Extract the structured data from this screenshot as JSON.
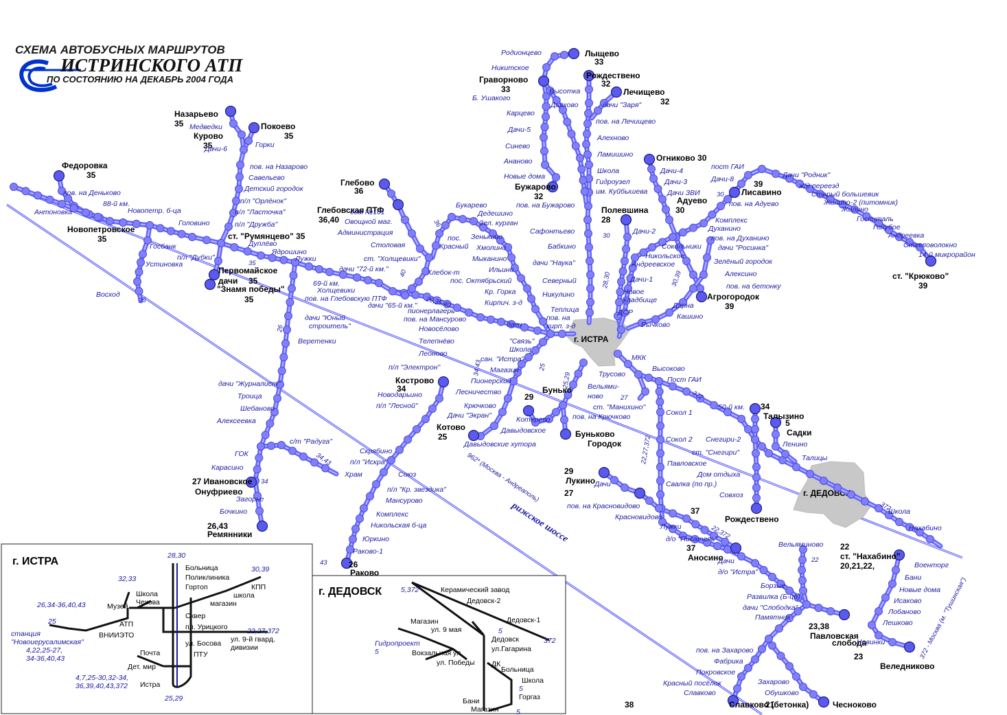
{
  "title": {
    "line1": "СХЕМА АВТОБУСНЫХ МАРШРУТОВ",
    "line2": "ИСТРИНСКОГО АТП",
    "line3": "ПО СОСТОЯНИЮ НА ДЕКАБРЬ 2004 ГОДА"
  },
  "towns": {
    "istra": "г. ИСТРА",
    "dedovsk": "г. ДЕДОВСК"
  },
  "highways": {
    "rizhskoe": "рижское шоссе",
    "rail_andreapol": "962* (Москва - Андреаполь)",
    "rail_tushinskaya": "372 - Москва (м. \"Тушинская\")"
  },
  "black_labels": [
    "Назарьево",
    "35",
    "Курово",
    "35",
    "Покоево",
    "35",
    "Федоровка",
    "35",
    "Новопетровское",
    "35",
    "ст. \"Румянцево\" 35",
    "Первомайское",
    "дачи",
    "35",
    "\"Знамя победы\"",
    "35",
    "Глебово",
    "36",
    "Глебовская ПТФ",
    "36,40",
    "Лыщево",
    "33",
    "Рождествено",
    "32",
    "Лечищево",
    "32",
    "Граворново",
    "33",
    "Бужарово",
    "32",
    "Огниково 30",
    "Полевшина",
    "28",
    "Лисавино",
    "39",
    "Адуево",
    "30",
    "Агрогородок",
    "39",
    "ст. \"Крюково\"",
    "39",
    "Кострово",
    "34",
    "Котово",
    "25",
    "Бунько",
    "29",
    "Буньково",
    "Городок",
    "29",
    "Лукино",
    "27",
    "27 Ивановское",
    "Онуфриево",
    "26,43",
    "Ремянники",
    "26",
    "Раково",
    "34",
    "Талызино",
    "5",
    "Садки",
    "37",
    "Рождествено",
    "37",
    "Аносино",
    "22",
    "ст. \"Нахабино\"",
    "20,21,22,",
    "23,38",
    "Павловская",
    "слобода",
    "23",
    "Веледниково",
    "38",
    "Славково (бетонка)",
    "21",
    "Чесноково",
    "20"
  ],
  "blue_labels": [
    "Медведки",
    "Дачи-6",
    "Горки",
    "пов. на Назарово",
    "Савельево",
    "Детский городок",
    "п/л \"Орлёнок\"",
    "п/л \"Ласточка\"",
    "п/л \"Дружба\"",
    "пов. на Деньково",
    "88-й км.",
    "Антоновка",
    "Новопетр. б-ца",
    "Головино",
    "Госбанк",
    "п/л \"Дубки\"",
    "Устиновка",
    "Дуплёво",
    "Ядрошино",
    "Лужки",
    "Восход",
    "Овощной маг.",
    "дом №101",
    "Администрация",
    "Столовая",
    "ст. \"Холщевики\"",
    "дачи \"72-й км.\"",
    "69-й км.",
    "Холщевики",
    "пов. на Глебовскую ПТФ",
    "дачи \"65-й км.\"",
    "Букарево",
    "Дедешино",
    "Зел. курган",
    "пос.",
    "Красный",
    "Зенькино",
    "Хмолино",
    "Мыканино",
    "Хлебок-т",
    "пос. Октябрьский",
    "Ильино",
    "Кр. Горка",
    "Кирпич. з-д",
    "пионерлагерь",
    "пов. на Мансурово",
    "Новосёлово",
    "Телепнёво",
    "Леоново",
    "п/л \"Электрон\"",
    "дачи \"Юный",
    "строитель\"",
    "Веретенки",
    "дачи \"Журналист\"",
    "Троица",
    "Шебаново",
    "Алексеевка",
    "с/т \"Радуга\"",
    "ГОК",
    "Карасино",
    "Загорье",
    "Бочкино",
    "Храм",
    "Скрябино",
    "п/л \"Искра\"",
    "Союз",
    "п/л \"Кр. звездика\"",
    "Мансурово",
    "Комплекс",
    "Никольская б-ца",
    "Юркино",
    "Раково-1",
    "Новодарьино",
    "п/л \"Лесной\"",
    "Родионцево",
    "Никитское",
    "Б. Ушакого",
    "Карцево",
    "Дачи-5",
    "Синево",
    "Ананово",
    "Новые дома",
    "пов. на Бужарово",
    "Высотка",
    "Дьяково",
    "дачи \"Заря\"",
    "пов. на Лечищево",
    "Алехново",
    "Ламишино",
    "Школа",
    "Гидроузел",
    "им. Куйбышева",
    "Сафонтьево",
    "Бабкино",
    "дачи \"Наука\"",
    "Северный",
    "Никулино",
    "Теплица",
    "пов. на",
    "кирп. з-д",
    "дачи",
    "\"Связь\"",
    "Школа",
    "сан. \"Истра\"",
    "Магазин",
    "Пионерский",
    "Лесничество",
    "Крючково",
    "Дачи \"Экран\"",
    "Котерево",
    "Давыдовское",
    "Давыдовские хутора",
    "Трусово",
    "Вельями-",
    "ново",
    "ст. \"Манихино\"",
    "пов. на Крючково",
    "Дачи-4",
    "Дачи-3",
    "Дачи ЗВИ",
    "пост ГАИ",
    "Дачи-8",
    "Дачи \"Родник\"",
    "ж/д переезд",
    "Старый большевик",
    "Жилино-2 (питомник)",
    "Жилино",
    "Госпиталь",
    "Голубое",
    "Андреевка",
    "Стекловолокно",
    "14-й микрорайон",
    "пов. на Адуево",
    "Комплекс",
    "Духанино",
    "пов. на Духанино",
    "Сокольники",
    "Никольское",
    "Андреевское",
    "Дачи-2",
    "дачи \"Росинка\"",
    "Зелёный городок",
    "Алексино",
    "пов. на бетонку",
    "Дачи-1",
    "Новое",
    "кладбище",
    "ДСР",
    "Дарна",
    "Кашино",
    "Рычково",
    "МКК",
    "Высоково",
    "Пост ГАИ",
    "50-й км.",
    "Сокол 1",
    "Сокол 2",
    "Снегири-2",
    "ст. \"Снегири\"",
    "Павловское",
    "Ленино",
    "Талицы",
    "Дом отдыха",
    "Свалка (по пр.)",
    "Совхоз",
    "Дачи",
    "пов. на Красновидово",
    "Красновидово",
    "Лужки",
    "д/о \"Писатель\"",
    "Дачи",
    "д/о \"Истра\"",
    "Борзые",
    "Вельяминово",
    "Развилка (Б-ца)",
    "дачи \"Слободка\"",
    "Памятник",
    "Школа",
    "Нахабино",
    "Военторг",
    "Бани",
    "Новые дома",
    "Исаково",
    "Лобаново",
    "Лешково",
    "Новинки",
    "пов. на Захарово",
    "Фабрика",
    "Покровское",
    "Красный посёлок",
    "Славково",
    "Захарово",
    "Обушково"
  ],
  "route_numbers": [
    "35",
    "35",
    "36",
    "40",
    "26,35,40",
    "26",
    "34,43",
    "34,43",
    "25",
    "25,29",
    "27",
    "28,30",
    "30",
    "30,39",
    "30",
    "372",
    "22,27,372",
    "22,372",
    "372",
    "22",
    "34",
    "43"
  ],
  "inset_istra": {
    "title": "г. ИСТРА",
    "labels_black": [
      "Больница",
      "Поликлиника",
      "Гортоп",
      "КПП",
      "школа",
      "магазин",
      "Школа",
      "Чехова",
      "Музей",
      "АТП",
      "ВНИИЭТО",
      "Сквер",
      "пл. Урицкого",
      "ул. 9-й гвард.",
      "дивизии",
      "ул. Босова",
      "Почта",
      "ПТУ",
      "Дет. мир",
      "Истра"
    ],
    "labels_blue": [
      "28,30",
      "32,33",
      "30,39",
      "26,34-36,40,43",
      "25",
      "станция",
      "\"Новоиерусалимская\"",
      "4,22,25-27,",
      "34-36,40,43",
      "22,27,372",
      "4,7,25-30,32-34,",
      "36,39,40,43,372",
      "25,29"
    ]
  },
  "inset_dedovsk": {
    "title": "г. ДЕДОВСК",
    "labels_black": [
      "Керамический завод",
      "Дедовск-2",
      "Дедовск-1",
      "Магазин",
      "ул. 9 мая",
      "Дедовск",
      "ул.Гагарина",
      "Вокзальная ул.",
      "ул. Победы",
      "ДК",
      "Больница",
      "Школа",
      "Горгаз",
      "Бани",
      "Магазин"
    ],
    "labels_blue": [
      "5,372",
      "5",
      "372",
      "Гидропроект",
      "5",
      "5",
      "5"
    ]
  },
  "colors": {
    "route": "#6666ff",
    "stop": "#8080ff",
    "label_blue": "#1a1aa0",
    "town": "#c8c8c8"
  }
}
